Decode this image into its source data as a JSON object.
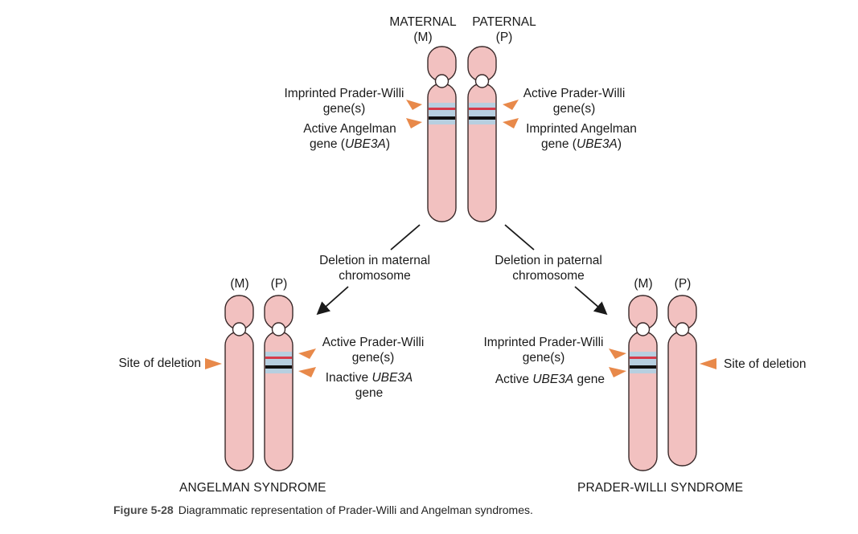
{
  "top": {
    "maternal": "MATERNAL",
    "maternal_abbr": "(M)",
    "paternal": "PATERNAL",
    "paternal_abbr": "(P)",
    "left_label_1a": "Imprinted Prader-Willi",
    "left_label_1b": "gene(s)",
    "left_label_2a": "Active Angelman",
    "left_label_2b_pre": "gene (",
    "left_label_2b_gene": "UBE3A",
    "left_label_2b_post": ")",
    "right_label_1a": "Active Prader-Willi",
    "right_label_1b": "gene(s)",
    "right_label_2a": "Imprinted Angelman",
    "right_label_2b_pre": "gene (",
    "right_label_2b_gene": "UBE3A",
    "right_label_2b_post": ")"
  },
  "branches": {
    "left_a": "Deletion in maternal",
    "left_b": "chromosome",
    "right_a": "Deletion in paternal",
    "right_b": "chromosome"
  },
  "angelman": {
    "m": "(M)",
    "p": "(P)",
    "site": "Site of deletion",
    "label_1a": "Active Prader-Willi",
    "label_1b": "gene(s)",
    "label_2a_pre": "Inactive ",
    "label_2a_gene": "UBE3A",
    "label_2b": "gene",
    "title": "ANGELMAN SYNDROME"
  },
  "praderwilli": {
    "m": "(M)",
    "p": "(P)",
    "site": "Site of deletion",
    "label_1a": "Imprinted Prader-Willi",
    "label_1b": "gene(s)",
    "label_2a_pre": "Active ",
    "label_2a_gene": "UBE3A",
    "label_2a_post": " gene",
    "title": "PRADER-WILLI SYNDROME"
  },
  "caption": {
    "figure": "Figure 5-28",
    "text": "Diagrammatic representation of Prader-Willi and Angelman syndromes."
  },
  "colors": {
    "chromosome_fill": "#f2c1c0",
    "chromosome_stroke": "#3a2a2a",
    "band_blue": "#b7cfe0",
    "band_red": "#d63a4a",
    "band_black": "#111111",
    "arrow_fill": "#e8894a"
  }
}
